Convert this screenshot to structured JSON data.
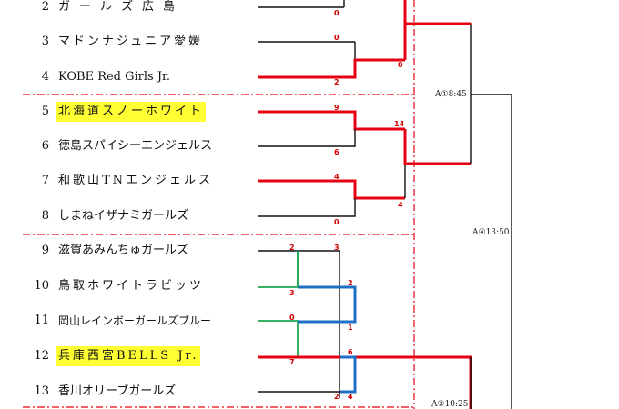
{
  "teams": [
    {
      "num": "2",
      "name": "ガールズ広島",
      "highlight": false
    },
    {
      "num": "3",
      "name": "マドンナジュニア愛媛",
      "highlight": false
    },
    {
      "num": "4",
      "name": "KOBE Red Girls Jr.",
      "highlight": false
    },
    {
      "num": "5",
      "name": "北海道スノーホワイト",
      "highlight": true
    },
    {
      "num": "6",
      "name": "徳島スパイシーエンジェルス",
      "highlight": false
    },
    {
      "num": "7",
      "name": "和歌山TNエンジェルス",
      "highlight": false
    },
    {
      "num": "8",
      "name": "しまねイザナミガールズ",
      "highlight": false
    },
    {
      "num": "9",
      "name": "滋賀あみんちゅガールズ",
      "highlight": false
    },
    {
      "num": "10",
      "name": "鳥取ホワイトラビッツ",
      "highlight": false
    },
    {
      "num": "11",
      "name": "岡山レインボーガールズブルー",
      "highlight": false
    },
    {
      "num": "12",
      "name": "兵庫西宮BELLS Jr.",
      "highlight": true
    },
    {
      "num": "13",
      "name": "香川オリーブガールズ",
      "highlight": false
    }
  ],
  "scores": {
    "t2": "0",
    "t3": "0",
    "t4": "2",
    "m34_winner": "0",
    "t5": "9",
    "t6": "6",
    "t7": "4",
    "t8": "0",
    "m5678_top": "14",
    "m5678_bottom": "4",
    "t9": "2",
    "t9b": "3",
    "t10": "3",
    "t11": "0",
    "t10b": "2",
    "t11b": "1",
    "t12": "7",
    "t12b": "6",
    "t13a": "2",
    "t13b": "4"
  },
  "matches": {
    "a1": "A①8:45",
    "a4": "A④13:50",
    "a2": "A②10:25"
  },
  "colors": {
    "winner": "#e60012",
    "loser": "#111111",
    "green": "#1fa84f",
    "blue": "#1f6fc4",
    "divider": "#e60012",
    "highlight": "#ffff33"
  }
}
